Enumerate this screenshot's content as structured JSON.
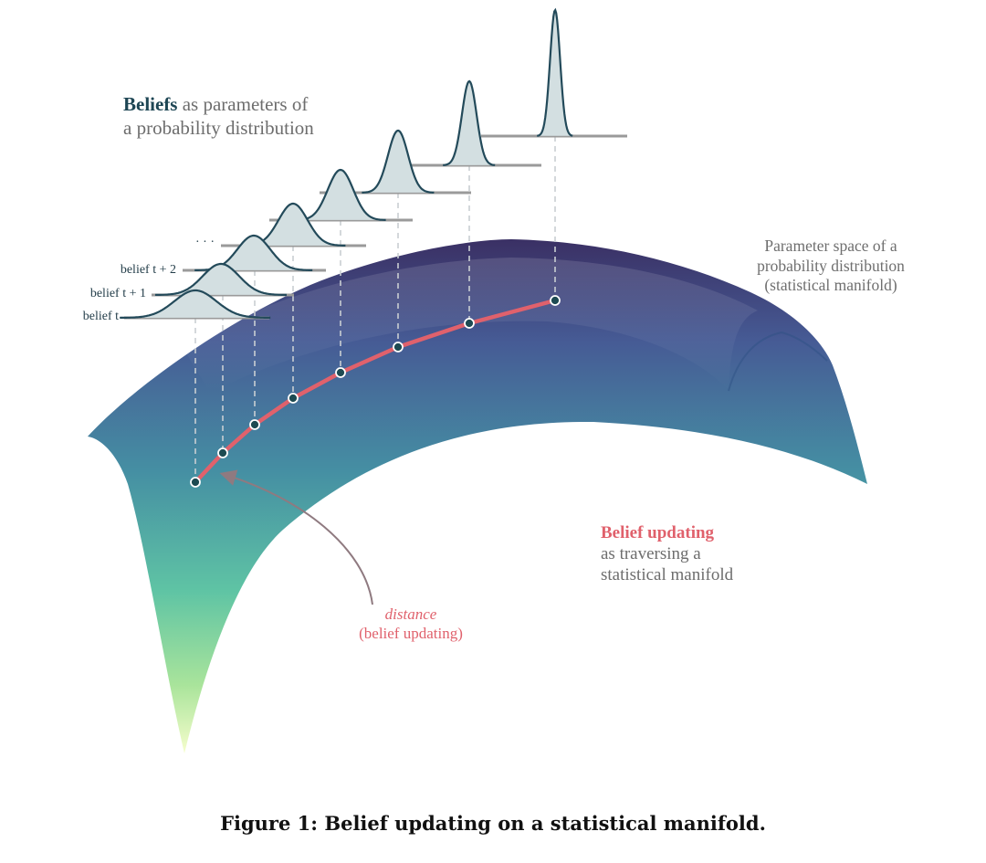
{
  "beliefs_heading": {
    "bold": "Beliefs",
    "line1_rest": " as parameters of",
    "line2": "a probability distribution"
  },
  "manifold_label": {
    "line1": "Parameter space of a",
    "line2": "probability distribution",
    "line3": "(statistical manifold)"
  },
  "updating_label": {
    "bold": "Belief updating",
    "line2": "as traversing a",
    "line3": "statistical manifold"
  },
  "distance_label": {
    "italic": "distance",
    "line2": "(belief updating)"
  },
  "belief_labels": {
    "t2": "belief t + 2",
    "t1": "belief t + 1",
    "t0": "belief t",
    "dots": "· · ·"
  },
  "caption": "Figure 1: Belief updating on a statistical manifold.",
  "colors": {
    "path": "#e0616c",
    "curve": "#234a5a",
    "fill": "#d3dfe1",
    "baseline": "#9a9a9a",
    "surface_top": "#3a2f63",
    "surface_mid": "#3f7f9a",
    "surface_low": "#5fc7a4",
    "surface_bottom": "#fbffcf"
  }
}
